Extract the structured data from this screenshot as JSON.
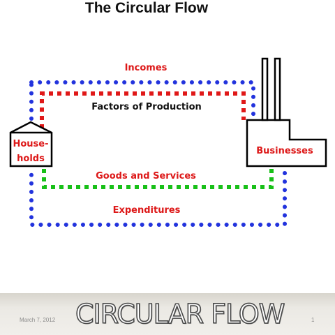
{
  "slide": {
    "title": "The Circular Flow",
    "footer_title": "CIRCULAR FLOW",
    "footer_date": "March 7, 2012",
    "page_number": "1"
  },
  "diagram": {
    "nodes": {
      "households_line1": "House-",
      "households_line2": "holds",
      "businesses": "Businesses"
    },
    "flows": {
      "incomes": "Incomes",
      "factors": "Factors of Production",
      "goods": "Goods and Services",
      "expenditures": "Expenditures"
    }
  },
  "colors": {
    "money_flow": "#2233dd",
    "factors_flow": "#e01818",
    "goods_flow": "#18c018",
    "label_red": "#dd1818",
    "label_black": "#111111"
  }
}
